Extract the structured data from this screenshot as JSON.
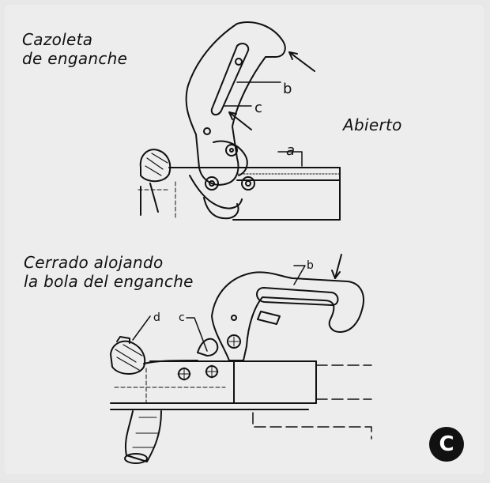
{
  "captions": {
    "top_title_line1": "Cazoleta",
    "top_title_line2": "de enganche",
    "state_open": "Abierto",
    "bottom_title_line1": "Cerrado alojando",
    "bottom_title_line2": "la bola del enganche"
  },
  "labels": {
    "a": "a",
    "b_top": "b",
    "c_top": "c",
    "b_bottom": "b",
    "c_bottom": "c",
    "d": "d"
  },
  "badge": "C"
}
